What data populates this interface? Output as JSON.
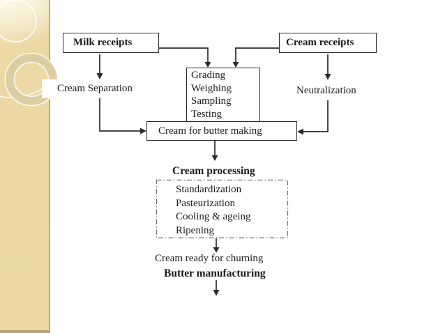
{
  "slide": {
    "background": "#ffffff",
    "theme": {
      "strip_color": "#ecd9a6",
      "strip_edge_color": "#bdab7e",
      "ring_color": "#dccea4",
      "line_color": "#2b2b2b",
      "text_color": "#1a1a1a",
      "dashed_border_color": "#6b6b6b"
    }
  },
  "flowchart": {
    "milk_receipts": "Milk receipts",
    "cream_receipts": "Cream receipts",
    "cream_separation": "Cream Separation",
    "neutralization": "Neutralization",
    "intake_checks": [
      "Grading",
      "Weighing",
      "Sampling",
      "Testing"
    ],
    "cream_for_butter": "Cream for butter making",
    "cream_processing": "Cream processing",
    "processing_steps": [
      "Standardization",
      "Pasteurization",
      "Cooling & ageing",
      "Ripening"
    ],
    "cream_ready": "Cream ready for churning",
    "butter_manufacturing": "Butter manufacturing"
  }
}
